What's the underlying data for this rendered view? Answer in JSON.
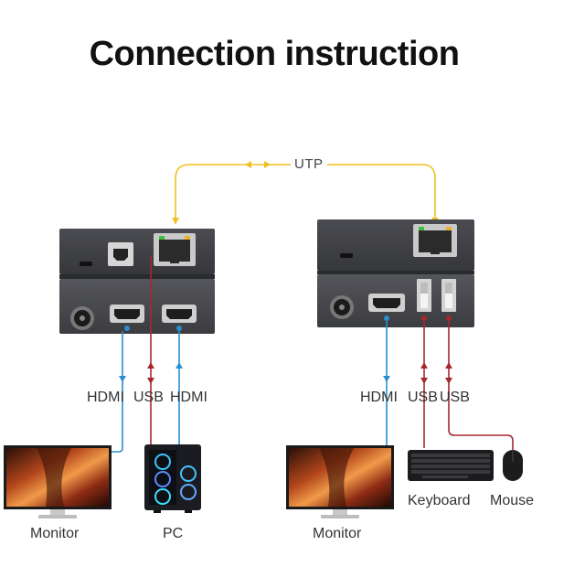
{
  "title": "Connection instruction",
  "link_label": "UTP",
  "transmitter": {
    "port_labels": [
      "HDMI",
      "USB",
      "HDMI"
    ],
    "devices": [
      "Monitor",
      "PC"
    ]
  },
  "receiver": {
    "port_labels": [
      "HDMI",
      "USB",
      "USB"
    ],
    "devices": [
      "Monitor",
      "Keyboard",
      "Mouse"
    ]
  },
  "colors": {
    "hdmi_line": "#2a8fd0",
    "usb_line": "#a6282f",
    "utp_line": "#f0c020",
    "device_body": "#3a3b3f",
    "device_front": "#48494d"
  }
}
